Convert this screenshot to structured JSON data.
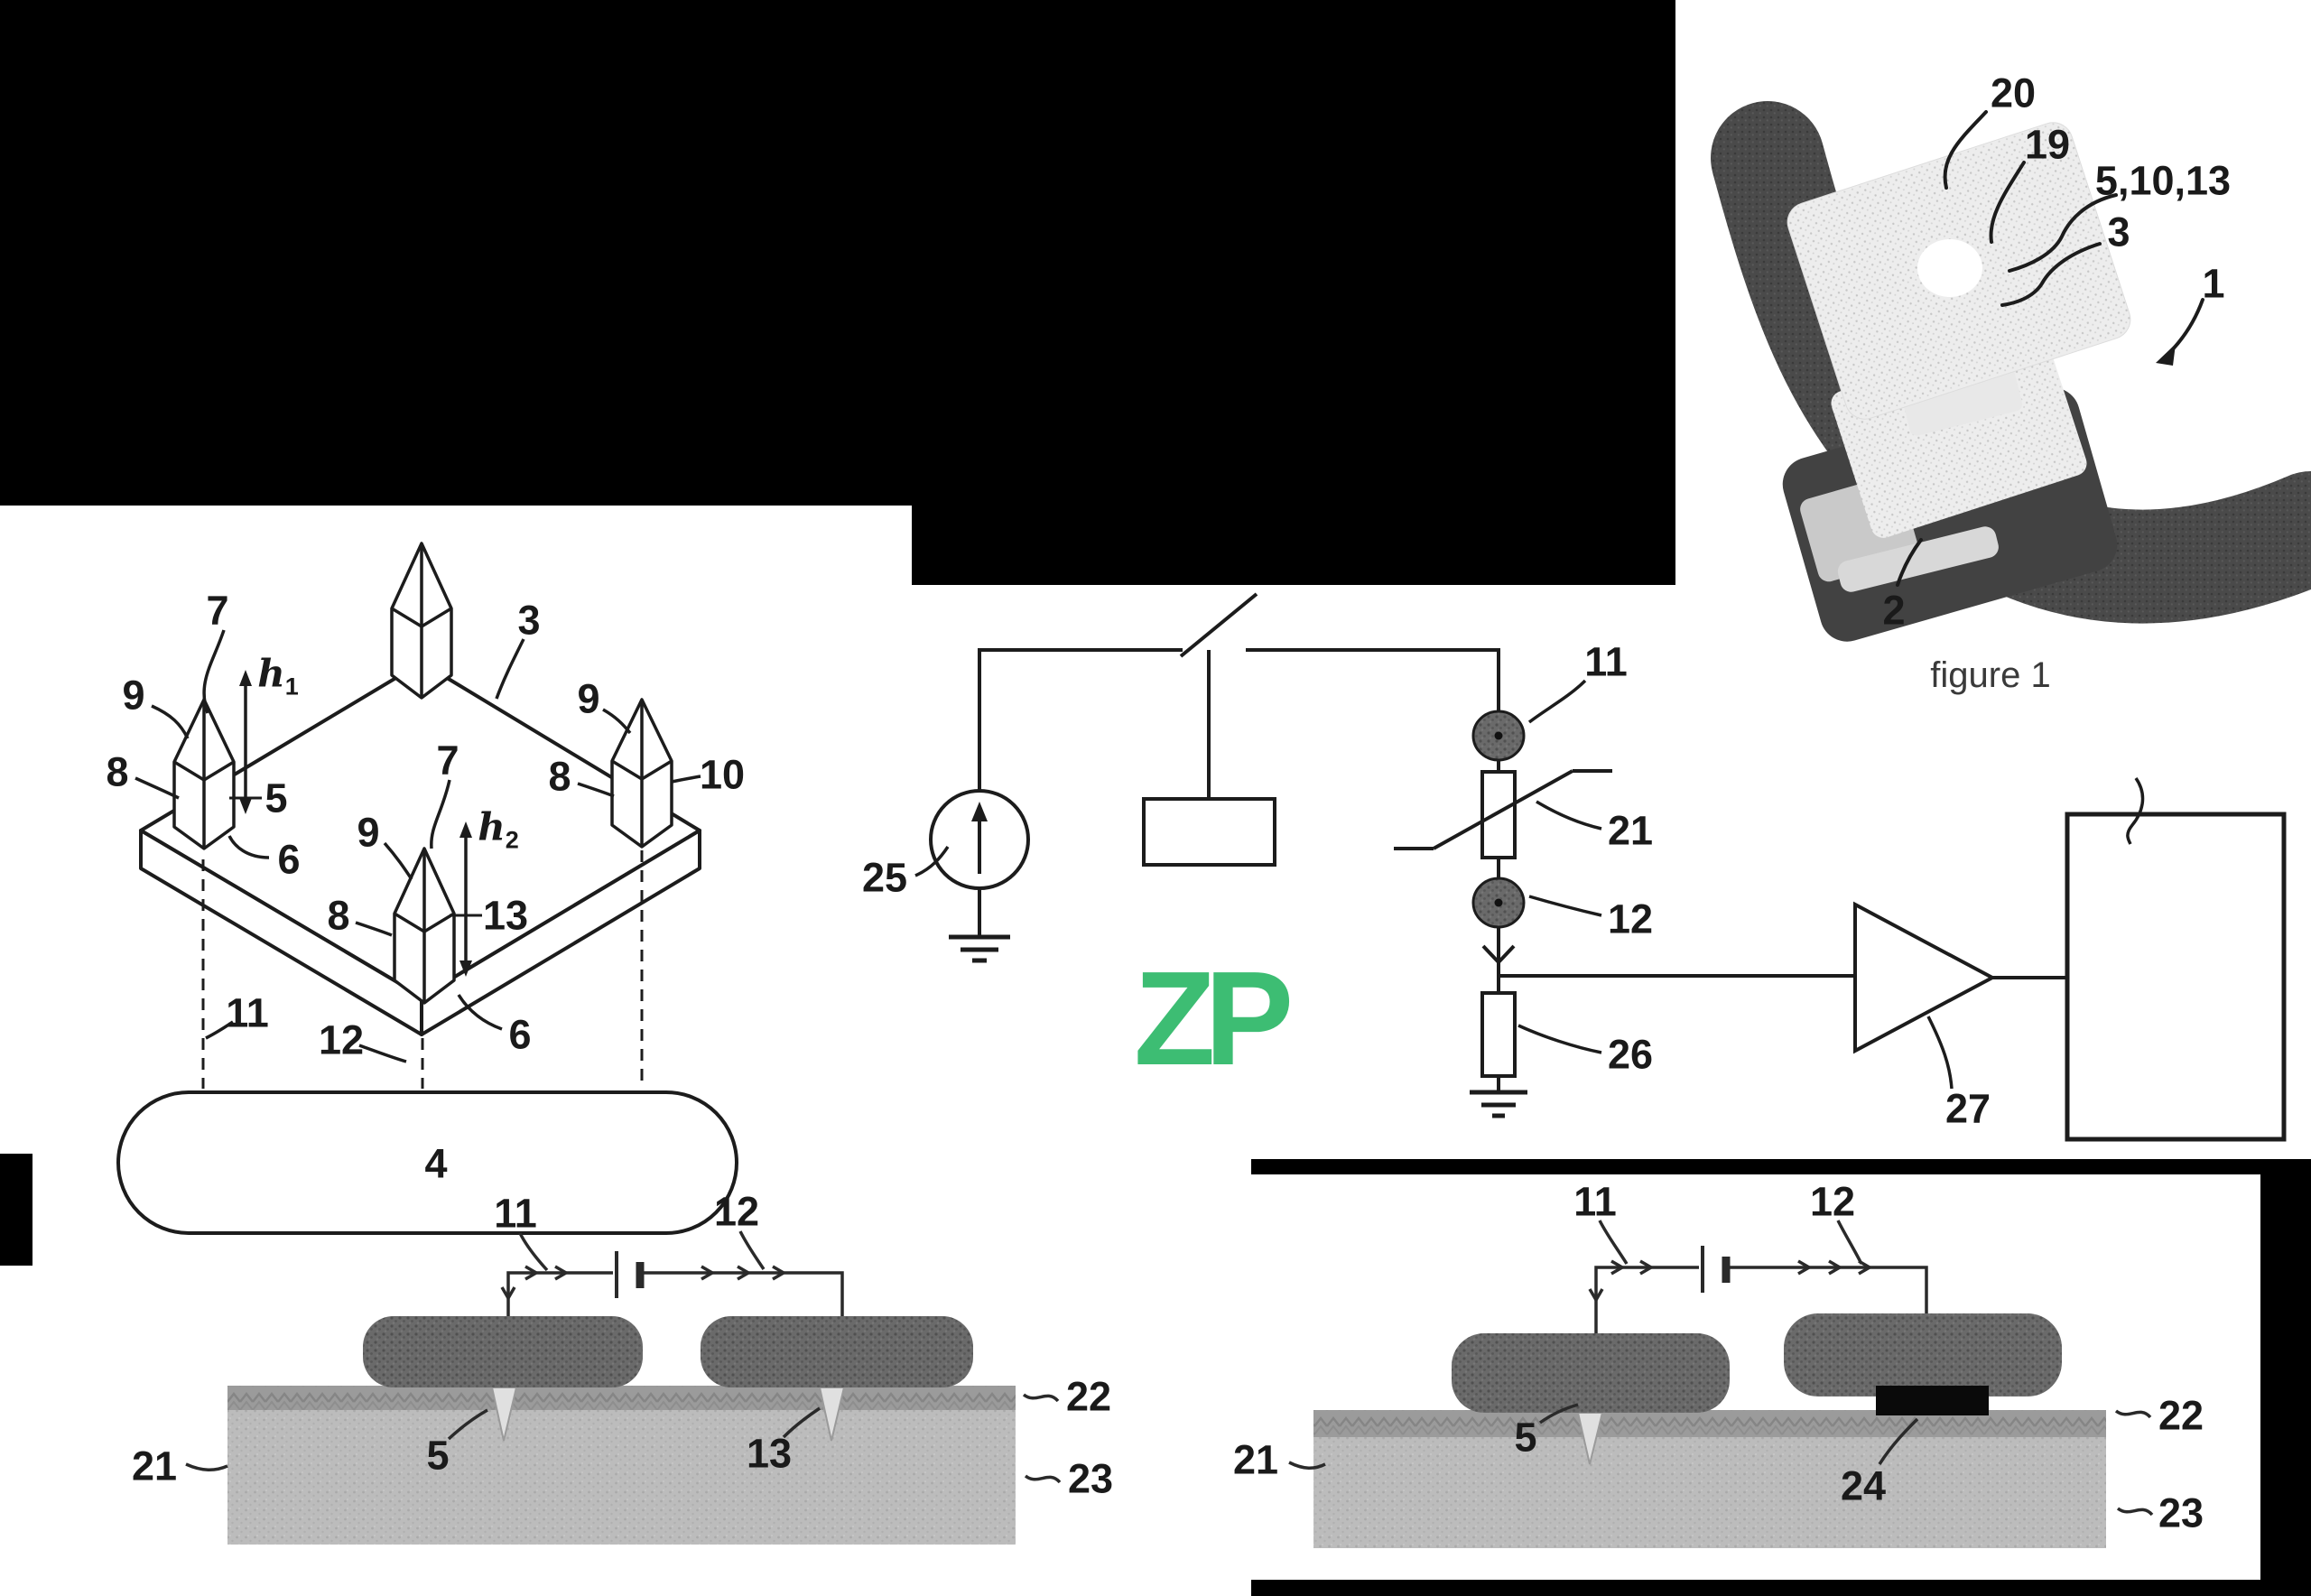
{
  "colors": {
    "watermark_green": "#3dbd73",
    "line_black": "#1c1c1c",
    "electrode_gray": "#6a6a6a",
    "substrate_gray": "#bcbcbc",
    "surface_layer_gray": "#9b9b9b",
    "watch_band_gray": "#4a4a4a",
    "watch_body_gray": "#424242",
    "plate_light_gray": "#ededed"
  },
  "watermark": {
    "text": "ZP"
  },
  "photo": {
    "caption": "figure 1",
    "l20": "20",
    "l19": "19",
    "l5_10_13": "5,10,13",
    "l3": "3",
    "l1": "1",
    "l2": "2"
  },
  "plate": {
    "l7_left": "7",
    "l9_left": "9",
    "l8_left": "8",
    "h1_base": "h",
    "h1_sub": "1",
    "l5": "5",
    "l6_left": "6",
    "l3": "3",
    "l9_right": "9",
    "l8_right": "8",
    "l10": "10",
    "l7_center": "7",
    "l9_center": "9",
    "l8_center": "8",
    "h2_base": "h",
    "h2_sub": "2",
    "l13": "13",
    "l6_center": "6",
    "l11": "11",
    "l12": "12",
    "l4": "4"
  },
  "circuit": {
    "l25": "25",
    "l11": "11",
    "l21": "21",
    "l12": "12",
    "l26": "26",
    "l27": "27"
  },
  "xsec_left": {
    "l11": "11",
    "l12": "12",
    "l21": "21",
    "l5": "5",
    "l13": "13",
    "l22": "22",
    "l23": "23"
  },
  "xsec_right": {
    "l11": "11",
    "l12": "12",
    "l21": "21",
    "l5": "5",
    "l24": "24",
    "l22": "22",
    "l23": "23"
  }
}
